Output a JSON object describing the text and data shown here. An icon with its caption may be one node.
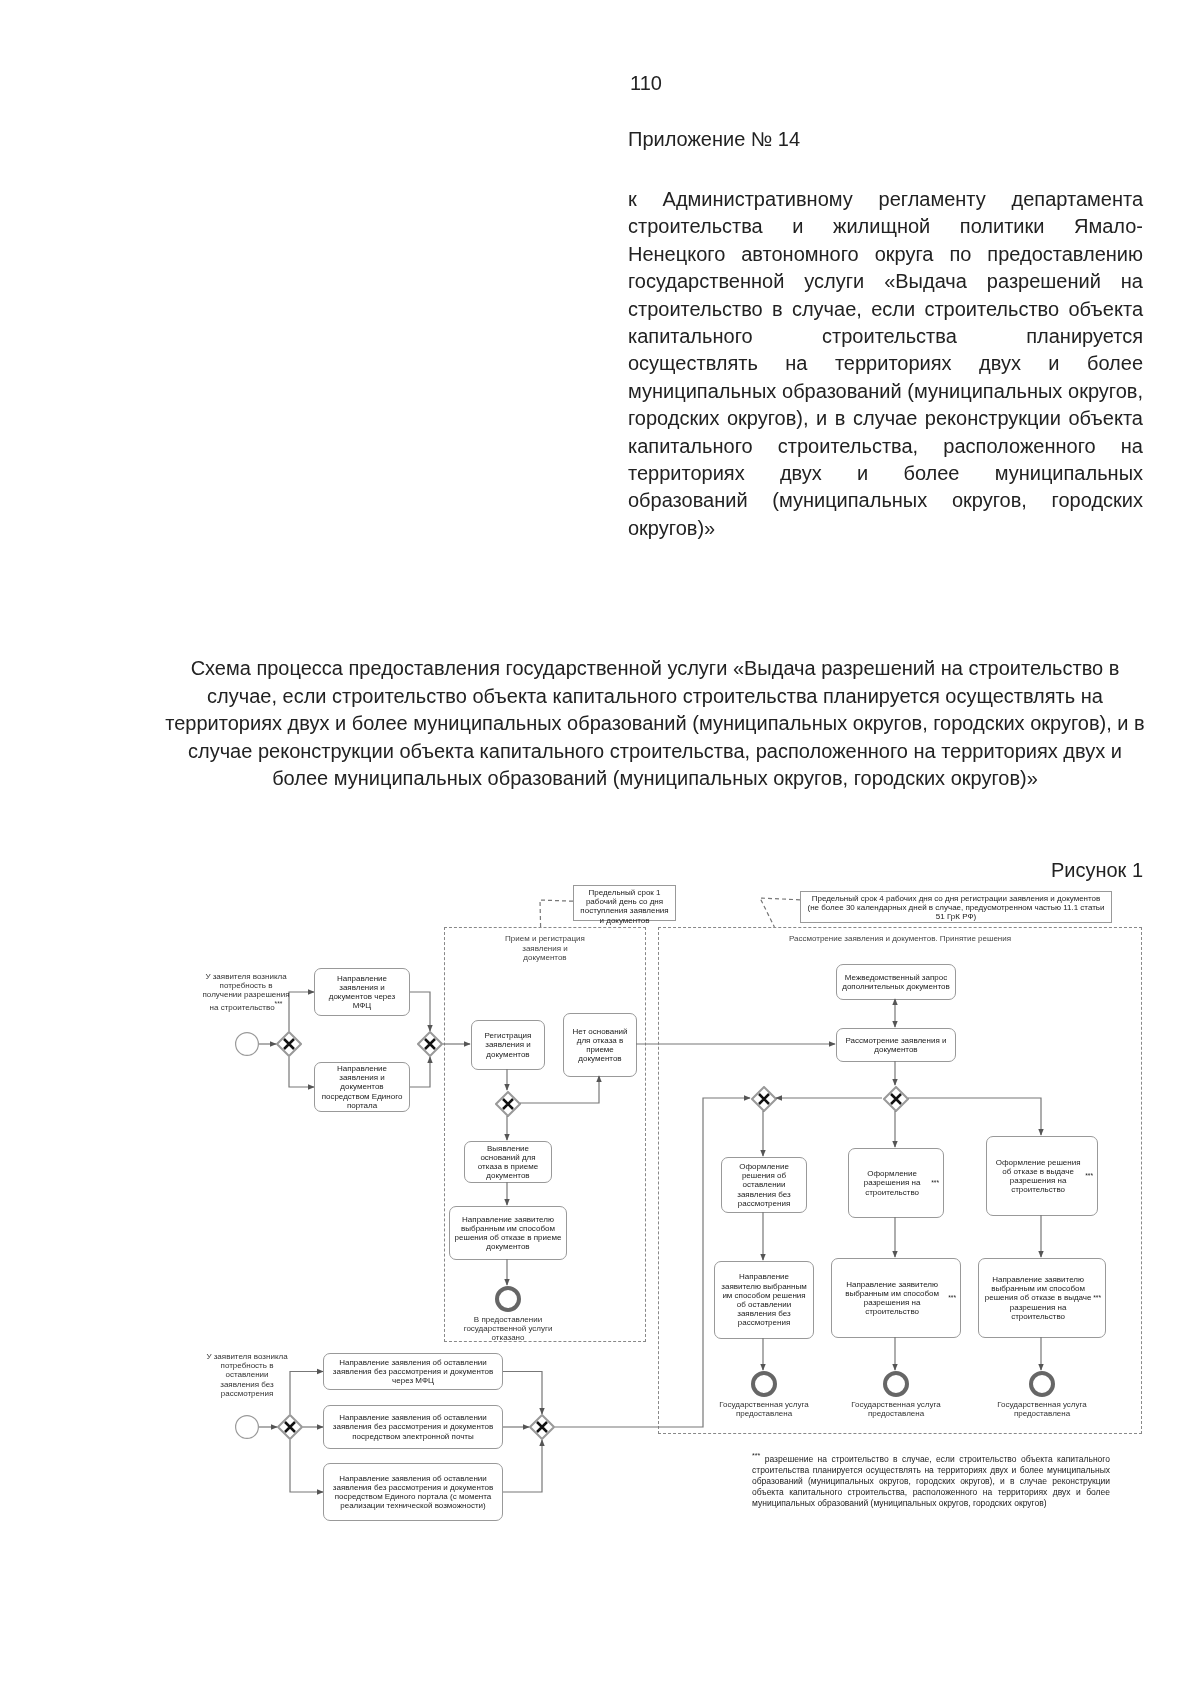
{
  "diagram": {
    "title": "Схема процесса предоставления государственной услуги «Выдача разрешений на строительство в случае, если строительство объекта капитального строительства планируется осуществлять на территориях двух и более муниципальных образований (муниципальных округов, городских округов), и в случае реконструкции объекта капитального строительства, расположенного на территориях двух и более муниципальных образований (муниципальных округов, городских округов)»",
    "nodes": [
      {
        "text": [
          "Предельный срок 1 рабочий день со дня поступления заявления и документов"
        ]
      },
      {
        "text": [
          "Прием и регистрация заявления и документов"
        ]
      },
      {
        "text": [
          "Предельный срок 4 рабочих дня со дня регистрации заявления и документов (не более 30 календарных дней в случае, предусмотренном частью 11.1 статьи 51 ГрК РФ)"
        ]
      },
      {
        "text": [
          "Рассмотрение заявления и документов. Принятие решения"
        ]
      },
      {
        "text": [],
        "shape": "circle",
        "beside": [
          "У заявителя возникла потребность в получении разрешения на строительство$^{***}$"
        ]
      },
      {
        "text": [],
        "shape": "diamond"
      },
      {
        "text": [
          "Направление заявления и документов через МФЦ"
        ]
      },
      {
        "text": [
          "Направление заявления и документов посредством Единого портала"
        ]
      },
      {
        "text": [],
        "shape": "diamond"
      },
      {
        "text": [
          "Регистрация заявления и документов"
        ],
        "in": 1
      },
      {
        "text": [
          "Нет оснований для отказа в приеме документов"
        ],
        "in": 1
      },
      {
        "text": [],
        "shape": "diamond",
        "in": 1
      },
      {
        "text": [
          "Выявление оснований для отказа в приеме документов"
        ],
        "in": 1
      },
      {
        "text": [
          "Направление заявителю выбранным им способом решения об отказе в приеме документов"
        ],
        "in": 1
      },
      {
        "text": [],
        "shape": "circle",
        "in": 1,
        "beside": [
          "В предоставлении государственной услуги отказано"
        ]
      },
      {
        "text": [
          "Межведомственный запрос дополнительных документов"
        ],
        "in": 3
      },
      {
        "text": [
          "Рассмотрение заявления и документов"
        ],
        "in": 3
      },
      {
        "text": [],
        "shape": "diamond",
        "in": 3
      },
      {
        "text": [],
        "shape": "diamond",
        "in": 3
      },
      {
        "text": [
          "Оформление решения об оставлении заявления без рассмотрения"
        ],
        "in": 3
      },
      {
        "text": [
          "Оформление разрешения на строительство$^{***}$"
        ],
        "in": 3
      },
      {
        "text": [
          "Оформление решения об отказе в выдаче разрешения на строительство$^{***}$"
        ],
        "in": 3
      },
      {
        "text": [
          "Направление заявителю выбранным им способом решения об оставлении заявления без рассмотрения"
        ],
        "in": 3
      },
      {
        "text": [
          "Направление заявителю выбранным им способом разрешения на строительство$^{***}$"
        ],
        "in": 3
      },
      {
        "text": [
          "Направление заявителю выбранным им способом решения об отказе в выдаче разрешения на строительство$^{***}$"
        ],
        "in": 3
      },
      {
        "text": [],
        "shape": "circle",
        "in": 3,
        "beside": [
          "Государственная услуга предоставлена"
        ]
      },
      {
        "text": [],
        "shape": "circle",
        "in": 3,
        "beside": [
          "Государственная услуга предоставлена"
        ]
      },
      {
        "text": [],
        "shape": "circle",
        "in": 3,
        "beside": [
          "Государственная услуга предоставлена"
        ]
      },
      {
        "text": [],
        "shape": "circle",
        "beside": [
          "У заявителя возникла потребность в оставлении заявления без рассмотрения"
        ]
      },
      {
        "text": [],
        "shape": "diamond"
      },
      {
        "text": [
          "Направление заявления об оставлении заявления без рассмотрения и документов через МФЦ"
        ]
      },
      {
        "text": [
          "Направление заявления об оставлении заявления без рассмотрения и документов посредством электронной почты"
        ]
      },
      {
        "text": [
          "Направление заявления об оставлении заявления без рассмотрения и документов посредством Единого портала (с момента реализации технической возможности)"
        ]
      },
      {
        "text": [],
        "shape": "diamond"
      }
    ],
    "edges": [
      {
        "from": 4,
        "to": 5,
        "arrow": "to"
      },
      {
        "from": 5,
        "to": 6,
        "arrow": "to"
      },
      {
        "from": 5,
        "to": 7,
        "arrow": "to"
      },
      {
        "from": 6,
        "to": 8,
        "arrow": "to"
      },
      {
        "from": 7,
        "to": 8,
        "arrow": "to"
      },
      {
        "from": 8,
        "to": 9,
        "arrow": "to"
      },
      {
        "from": 9,
        "to": 11,
        "arrow": "to"
      },
      {
        "from": 11,
        "to": 10,
        "arrow": "to"
      },
      {
        "from": 11,
        "to": 12,
        "arrow": "to"
      },
      {
        "from": 12,
        "to": 13,
        "arrow": "to"
      },
      {
        "from": 13,
        "to": 14,
        "arrow": "to"
      },
      {
        "from": 10,
        "to": 16,
        "arrow": "to"
      },
      {
        "from": 15,
        "to": 16,
        "arrow": "both"
      },
      {
        "from": 16,
        "to": 18,
        "arrow": "to"
      },
      {
        "from": 18,
        "to": 17,
        "arrow": "to"
      },
      {
        "from": 17,
        "to": 19,
        "arrow": "to"
      },
      {
        "from": 18,
        "to": 20,
        "arrow": "to"
      },
      {
        "from": 18,
        "to": 21,
        "arrow": "to"
      },
      {
        "from": 19,
        "to": 22,
        "arrow": "to"
      },
      {
        "from": 20,
        "to": 23,
        "arrow": "to"
      },
      {
        "from": 21,
        "to": 24,
        "arrow": "to"
      },
      {
        "from": 22,
        "to": 25,
        "arrow": "to"
      },
      {
        "from": 23,
        "to": 26,
        "arrow": "to"
      },
      {
        "from": 24,
        "to": 27,
        "arrow": "to"
      },
      {
        "from": 28,
        "to": 29,
        "arrow": "to"
      },
      {
        "from": 29,
        "to": 30,
        "arrow": "to"
      },
      {
        "from": 29,
        "to": 31,
        "arrow": "to"
      },
      {
        "from": 29,
        "to": 32,
        "arrow": "to"
      },
      {
        "from": 30,
        "to": 33,
        "arrow": "to"
      },
      {
        "from": 31,
        "to": 33,
        "arrow": "to"
      },
      {
        "from": 32,
        "to": 33,
        "arrow": "to"
      },
      {
        "from": 33,
        "to": 17,
        "arrow": "to"
      },
      {
        "from": 0,
        "to": 1,
        "arrow": "none",
        "style": "dashed"
      },
      {
        "from": 2,
        "to": 3,
        "arrow": "none",
        "style": "dashed"
      }
    ],
    "labels": [
      "110",
      "Приложение № 14",
      "к Административному регламенту департамента строительства и жилищной политики Ямало-Ненецкого автономного округа по предоставлению государственной услуги «Выдача разрешений на строительство в случае, если строительство объекта капитального строительства планируется осуществлять на территориях двух и более муниципальных образований (муниципальных округов, городских округов), и в случае реконструкции объекта капитального строительства, расположенного на территориях двух и более муниципальных образований (муниципальных округов, городских округов)»",
      "Рисунок 1",
      "$^{***}$ разрешение на строительство в случае, если строительство объекта капитального строительства планируется осуществлять на территориях двух и более муниципальных образований (муниципальных округов, городских округов), и в случае реконструкции объекта капитального строительства, расположенного на территориях двух и более муниципальных образований (муниципальных округов, городских округов)"
    ]
  }
}
